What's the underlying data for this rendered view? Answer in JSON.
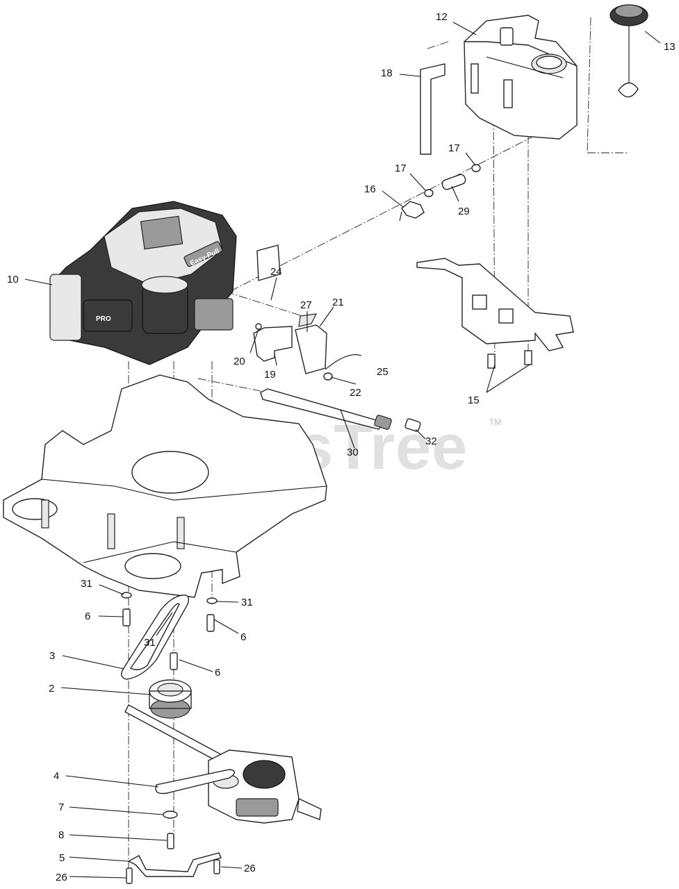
{
  "watermark": {
    "text": "PartsTree",
    "trademark": "TM"
  },
  "engine_labels": {
    "model": "PRO",
    "feature": "Easy-Pull"
  },
  "callouts": {
    "c2": "2",
    "c3": "3",
    "c4": "4",
    "c5": "5",
    "c6a": "6",
    "c6b": "6",
    "c6c": "6",
    "c7": "7",
    "c8": "8",
    "c10": "10",
    "c12": "12",
    "c13": "13",
    "c15": "15",
    "c16": "16",
    "c17a": "17",
    "c17b": "17",
    "c18": "18",
    "c19": "19",
    "c20": "20",
    "c21": "21",
    "c22": "22",
    "c24": "24",
    "c25": "25",
    "c26a": "26",
    "c26b": "26",
    "c27": "27",
    "c29": "29",
    "c30": "30",
    "c31a": "31",
    "c31b": "31",
    "c31c": "31",
    "c32": "32"
  }
}
